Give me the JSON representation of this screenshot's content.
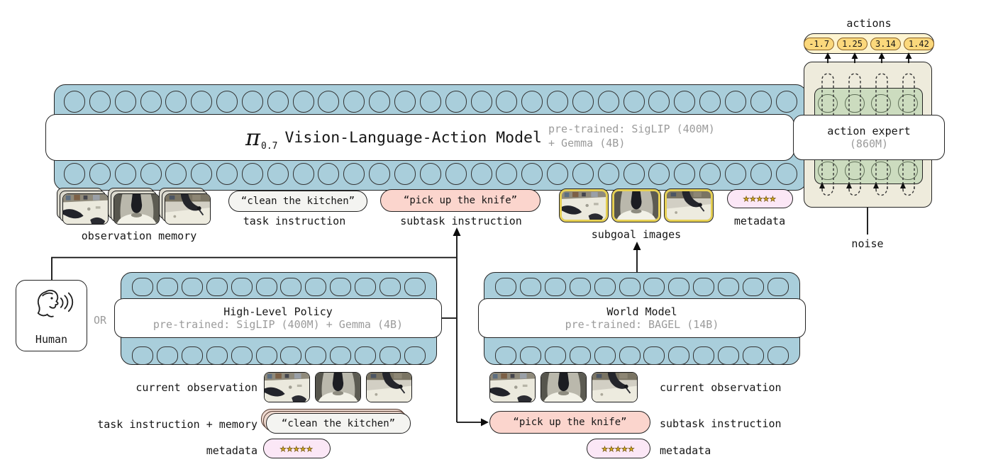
{
  "diagram": {
    "vla": {
      "pi": "π",
      "pi_sub": "0.7",
      "title": "Vision-Language-Action Model",
      "pretrained_l1": "pre-trained: SigLIP (400M)",
      "pretrained_l2": "+ Gemma (4B)"
    },
    "actions": {
      "label": "actions",
      "values": [
        "-1.7",
        "1.25",
        "3.14",
        "1.42"
      ]
    },
    "action_expert": {
      "title": "action expert",
      "params": "(860M)",
      "noise_label": "noise"
    },
    "inputs_top": {
      "observation_memory_label": "observation memory",
      "task_instruction_text": "“clean the kitchen”",
      "task_instruction_label": "task instruction",
      "subtask_instruction_text": "“pick up the knife”",
      "subtask_instruction_label": "subtask instruction",
      "subgoal_images_label": "subgoal images",
      "metadata_label": "metadata",
      "stars": "★★★★★"
    },
    "human": {
      "label": "Human",
      "or": "OR"
    },
    "hlp": {
      "title": "High-Level Policy",
      "pretrained": "pre-trained: SigLIP (400M) + Gemma (4B)",
      "rows": {
        "current_observation_label": "current observation",
        "task_memory_label": "task instruction + memory",
        "task_text": "“clean the kitchen”",
        "metadata_label": "metadata",
        "stars": "★★★★★"
      }
    },
    "wm": {
      "title": "World Model",
      "pretrained": "pre-trained: BAGEL (14B)",
      "rows": {
        "current_observation_label": "current observation",
        "subtask_label": "subtask instruction",
        "subtask_text": "“pick up the knife”",
        "metadata_label": "metadata",
        "stars": "★★★★★"
      }
    },
    "token_counts": {
      "vla_row": 29,
      "policy_row": 12,
      "expert_row": 4
    },
    "colors": {
      "bar_blue": "#a9cedb",
      "expert_beige": "#eeebdc",
      "expert_green": "#ccdcbf",
      "actions_yellow": "#fdf4d0",
      "action_pill_yellow": "#fbd87c",
      "task_pill_gray": "#f4f4f1",
      "subtask_pill_pink": "#fbd5cd",
      "metadata_pill_pink": "#fbe7f6",
      "star_gold": "#f5c31d",
      "subgoal_border_yellow": "#e6d054",
      "gray_text": "#9b9b9b"
    }
  }
}
